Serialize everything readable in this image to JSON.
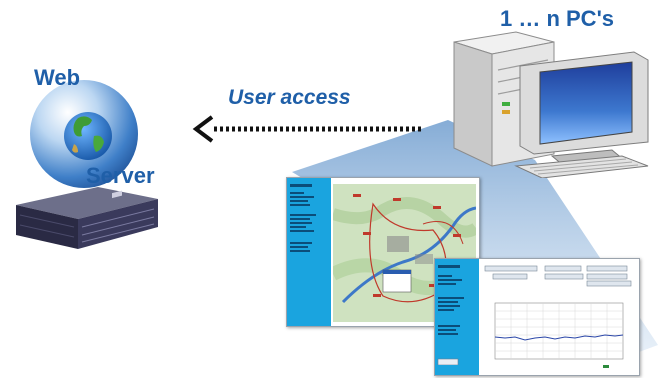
{
  "labels": {
    "pcs": "1 … n PC's",
    "web": "Web",
    "server": "Server",
    "user_access": "User access"
  },
  "colors": {
    "label_blue": "#1f5fa8",
    "beam": "#8fb3d8",
    "sidebar": "#1aa4df",
    "arrow": "#111111"
  },
  "icons": {
    "globe": "globe-icon",
    "server": "rack-server-icon",
    "pc": "desktop-pc-icon"
  }
}
